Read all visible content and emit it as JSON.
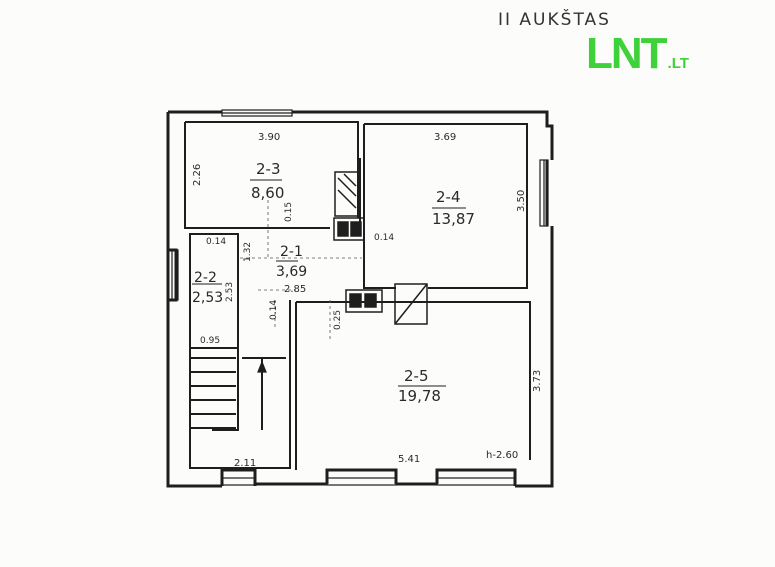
{
  "header": {
    "title": "II AUKŠTAS"
  },
  "logo": {
    "main": "LNT",
    "tld": ".LT",
    "color": "#3fd13a"
  },
  "rooms": [
    {
      "id": "2-3",
      "area": "8,60"
    },
    {
      "id": "2-4",
      "area": "13,87"
    },
    {
      "id": "2-1",
      "area": "3,69"
    },
    {
      "id": "2-2",
      "area": "2,53"
    },
    {
      "id": "2-5",
      "area": "19,78"
    }
  ],
  "dimensions": {
    "d_390": "3.90",
    "d_226": "2.26",
    "d_369": "3.69",
    "d_350": "3.50",
    "d_015": "0.15",
    "d_014a": "0.14",
    "d_014b": "0.14",
    "d_014c": "0.14",
    "d_132": "1.32",
    "d_253": "2.53",
    "d_285": "2.85",
    "d_095": "0.95",
    "d_025": "0.25",
    "d_373": "3.73",
    "d_211": "2.11",
    "d_541": "5.41",
    "d_h260": "h-2.60"
  }
}
